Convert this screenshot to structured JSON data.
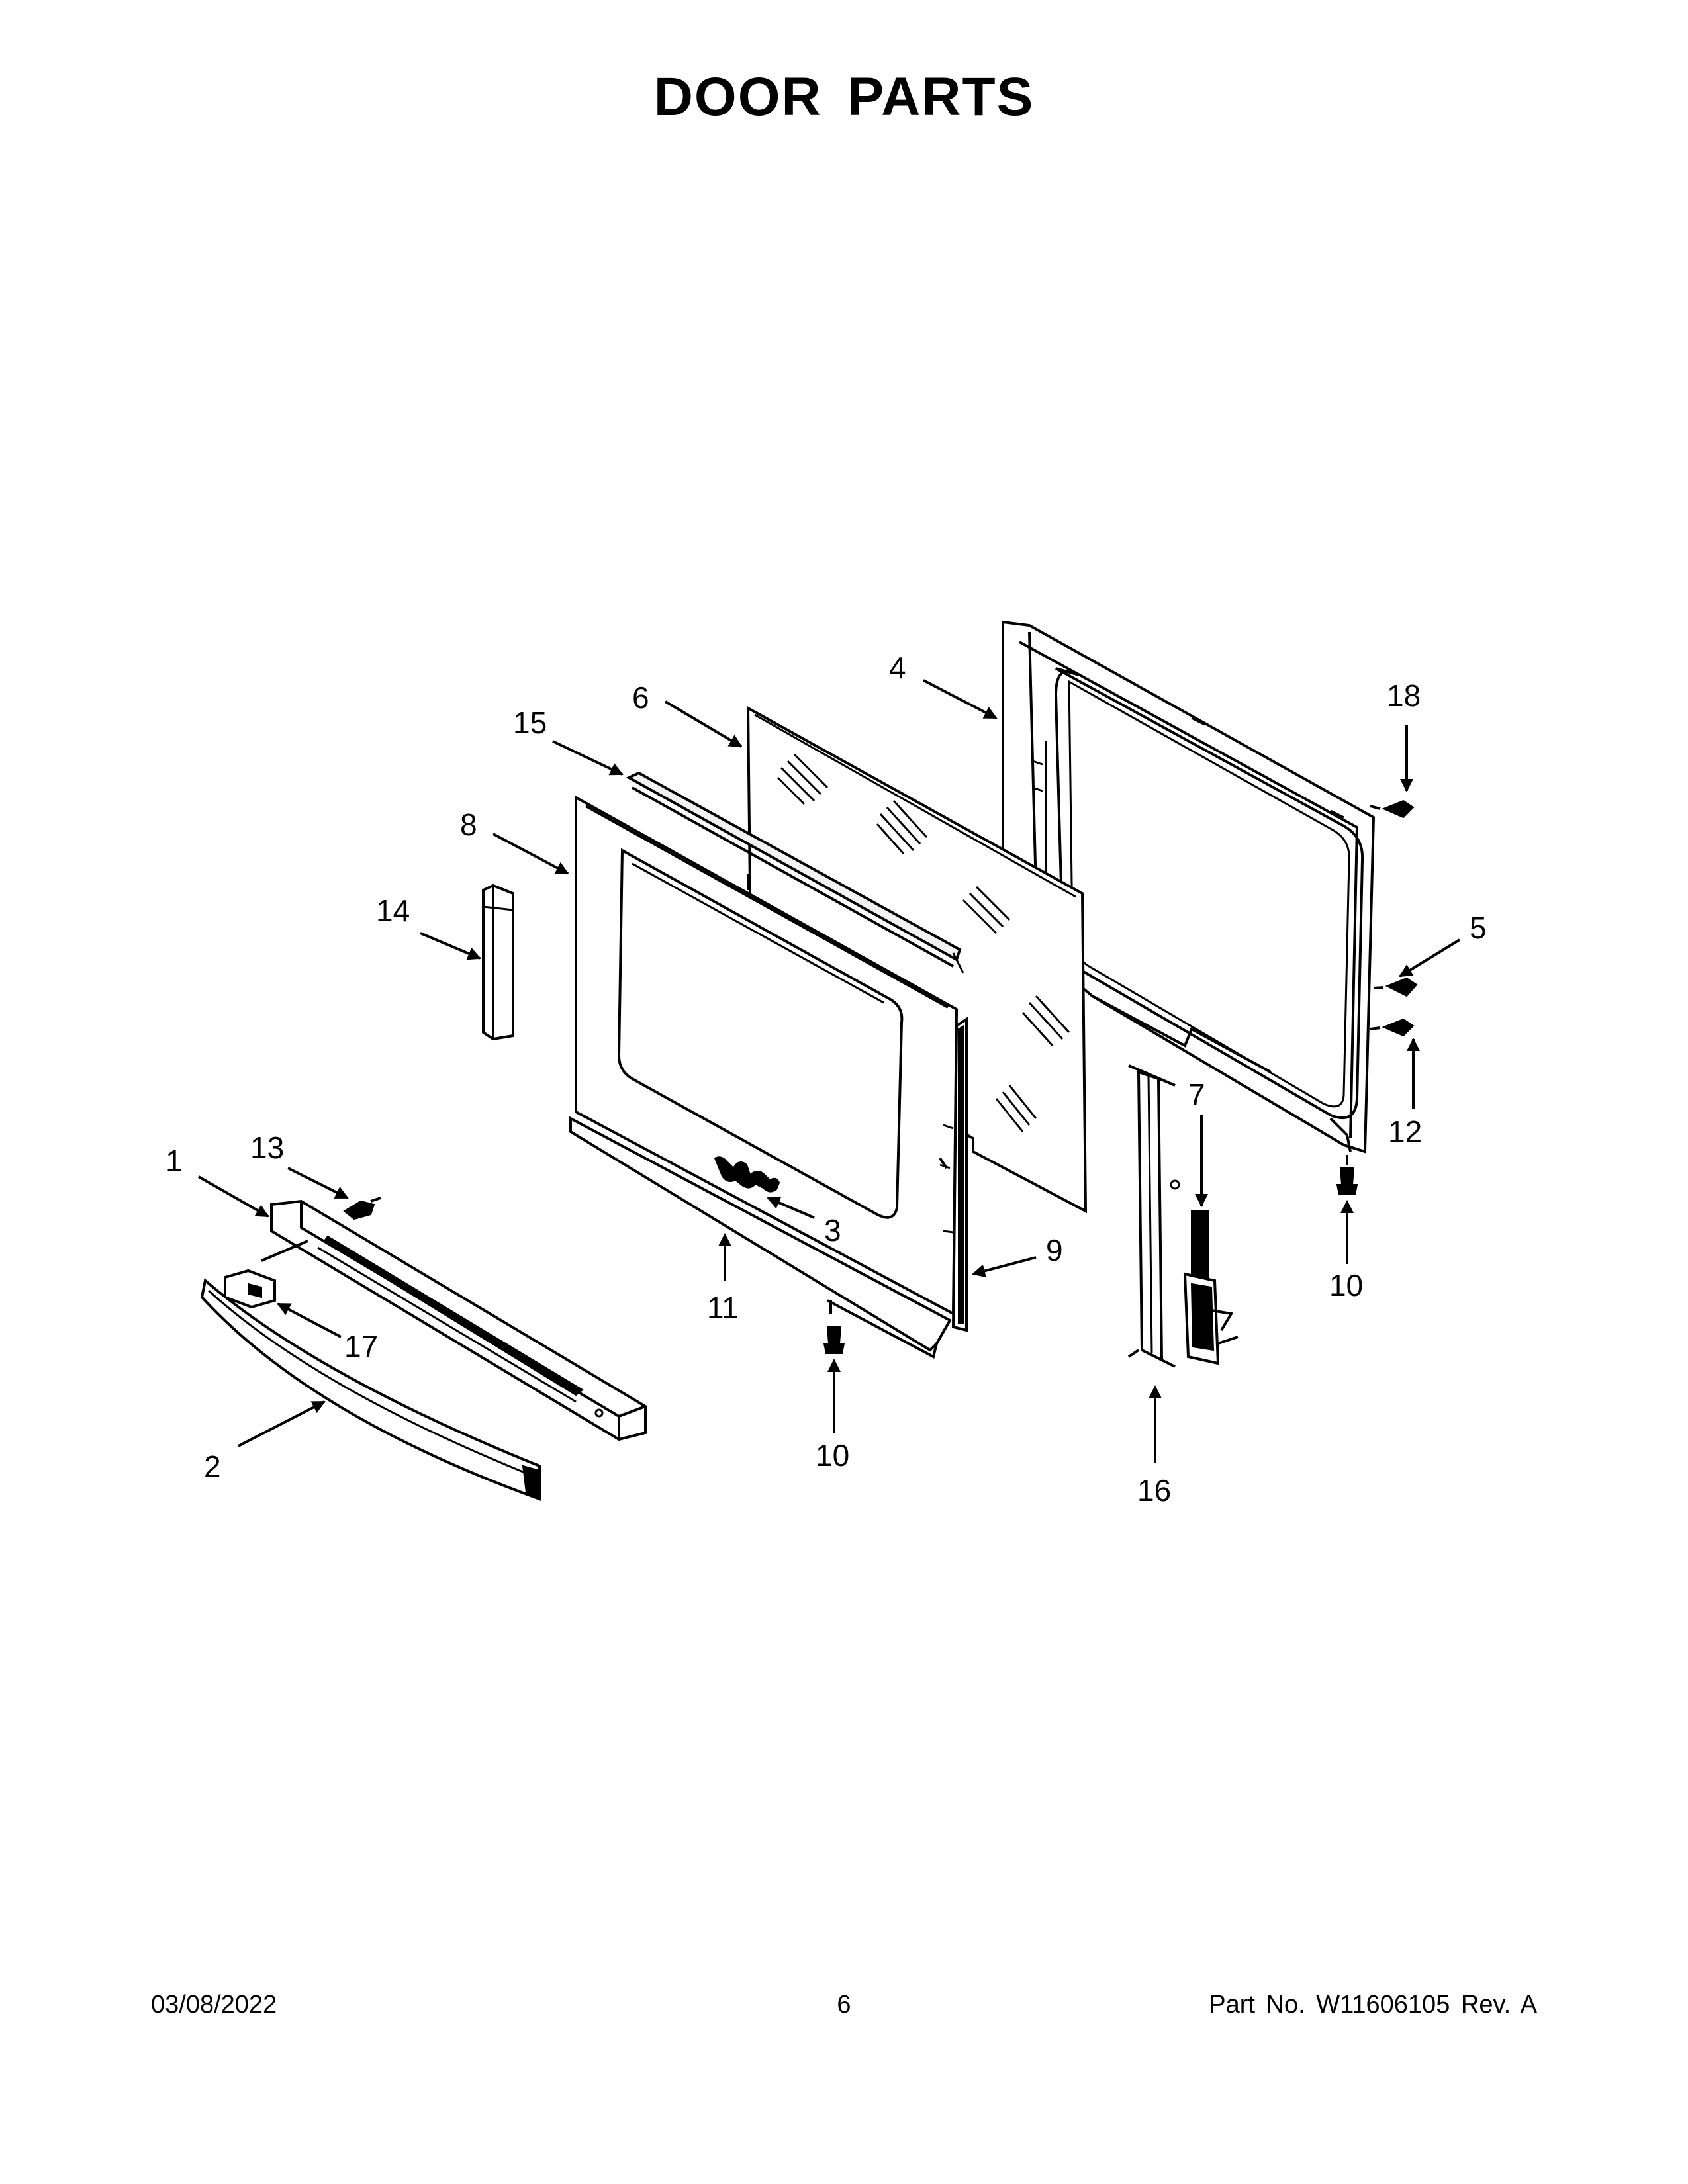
{
  "title": "DOOR PARTS",
  "callouts": [
    {
      "id": "c1",
      "label": "1"
    },
    {
      "id": "c2",
      "label": "2"
    },
    {
      "id": "c3",
      "label": "3"
    },
    {
      "id": "c4",
      "label": "4"
    },
    {
      "id": "c5",
      "label": "5"
    },
    {
      "id": "c6",
      "label": "6"
    },
    {
      "id": "c7",
      "label": "7"
    },
    {
      "id": "c8",
      "label": "8"
    },
    {
      "id": "c9",
      "label": "9"
    },
    {
      "id": "c10a",
      "label": "10"
    },
    {
      "id": "c10b",
      "label": "10"
    },
    {
      "id": "c11",
      "label": "11"
    },
    {
      "id": "c12",
      "label": "12"
    },
    {
      "id": "c13",
      "label": "13"
    },
    {
      "id": "c14",
      "label": "14"
    },
    {
      "id": "c15",
      "label": "15"
    },
    {
      "id": "c16",
      "label": "16"
    },
    {
      "id": "c17",
      "label": "17"
    },
    {
      "id": "c18",
      "label": "18"
    }
  ],
  "footer": {
    "date": "03/08/2022",
    "page": "6",
    "part_number": "Part No.  W11606105  Rev.  A"
  }
}
